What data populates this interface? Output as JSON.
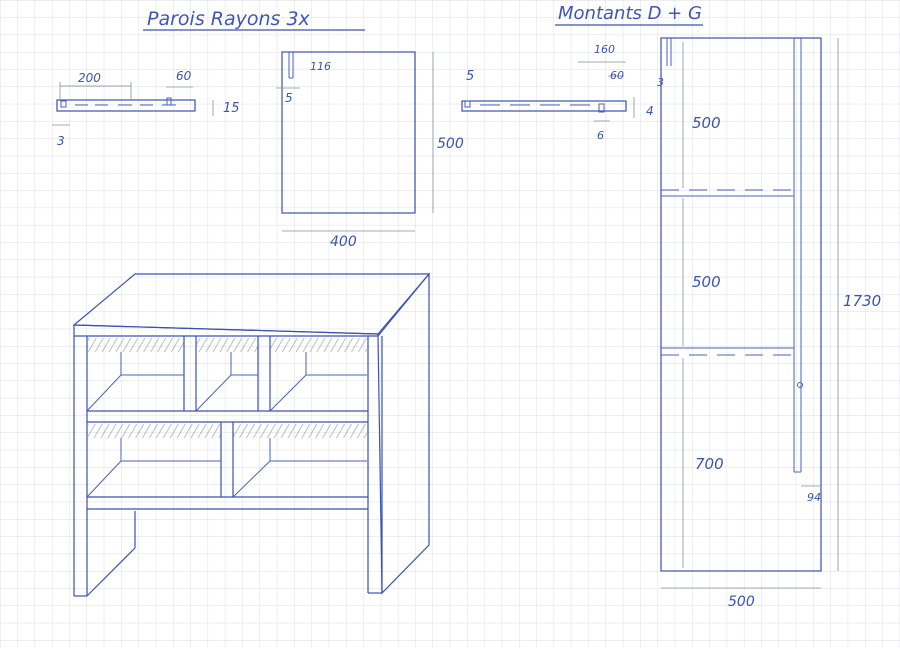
{
  "titles": {
    "left": "Parois Rayons 3x",
    "right": "Montants D + G"
  },
  "parois_section": {
    "d200": "200",
    "d60": "60",
    "d15": "15",
    "d3": "3",
    "d116": "116",
    "d5": "5",
    "d500": "500",
    "d400": "400"
  },
  "montants_section": {
    "d5": "5",
    "d160": "160",
    "d60": "60",
    "d4": "4",
    "d6": "6",
    "d3": "3",
    "seg1": "500",
    "seg2": "500",
    "seg3": "700",
    "total_height": "1730",
    "d94": "94",
    "width": "500"
  },
  "colors": {
    "ink": "#3a52b5",
    "grid": "#c9ccd6",
    "paper": "#ffffff"
  }
}
